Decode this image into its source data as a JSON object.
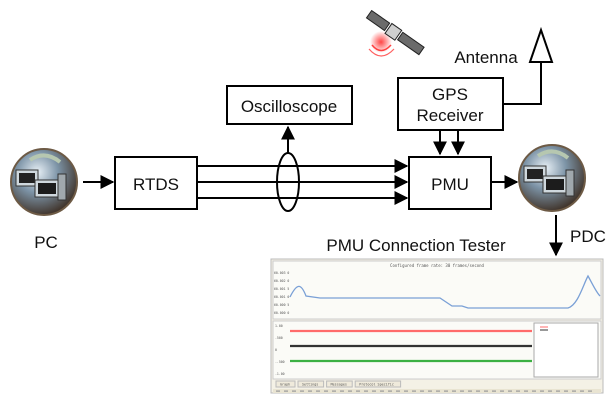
{
  "blocks": {
    "rtds": "RTDS",
    "pmu": "PMU",
    "oscilloscope": "Oscilloscope",
    "gps_line1": "GPS",
    "gps_line2": "Receiver",
    "antenna": "Antenna"
  },
  "nodes": {
    "pc": "PC",
    "pdc": "PDC"
  },
  "tester": {
    "title": "PMU Connection Tester",
    "plot_title": "Configured frame rate: 30 frames/second",
    "upper_ticks": [
      "60.003 0",
      "60.002 0",
      "60.001 5",
      "60.001 0",
      "60.000 5",
      "60.000 0"
    ],
    "lower_ticks": [
      "1.00",
      ".500",
      "0",
      "-.500",
      "-1.00"
    ],
    "tabs": [
      "Graph",
      "Settings",
      "Messages",
      "Protocol Specific"
    ],
    "colors": {
      "frequency_line": "#7aa0d6",
      "phasor_red": "#ff6b6b",
      "phasor_dark": "#333333",
      "phasor_green": "#3cb043"
    }
  }
}
